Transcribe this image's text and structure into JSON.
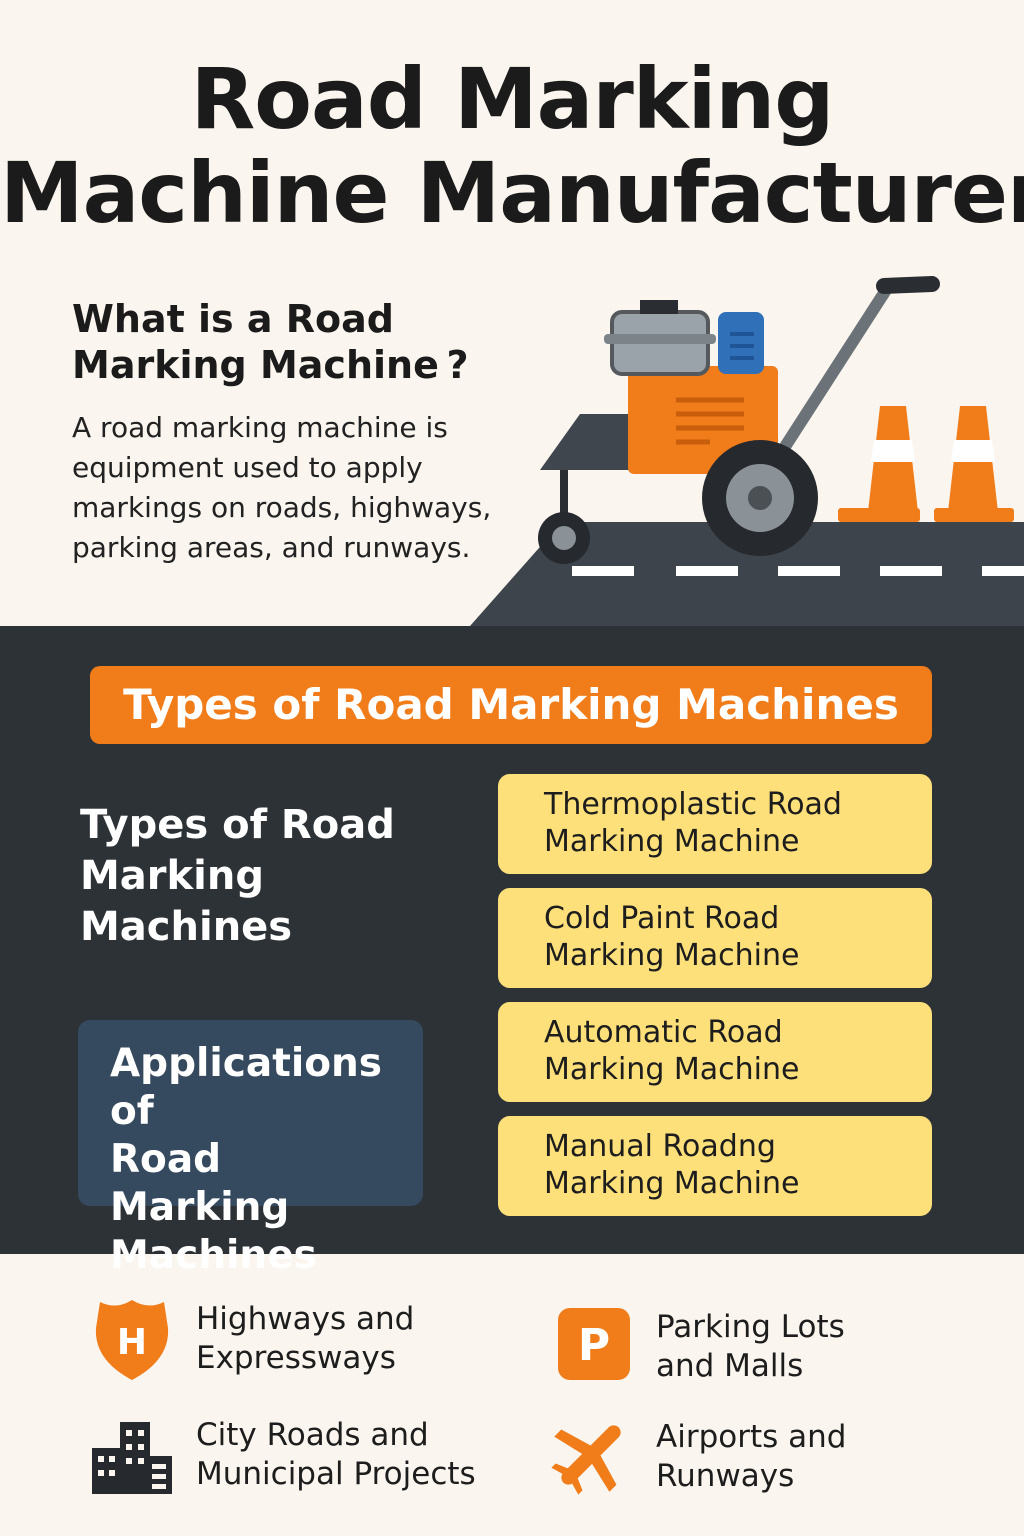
{
  "title": {
    "line1": "Road Marking",
    "line2": "Machine Manufacturer"
  },
  "intro": {
    "question_line1": "What is a Road",
    "question_line2": "Marking Machine ?",
    "answer_lines": [
      "A road marking machine is",
      "equipment used to apply",
      "markings on roads, highways,",
      "parking areas, and runways."
    ]
  },
  "types_banner": "Types of Road Marking Machines",
  "types_heading_lines": [
    "Types of Road",
    "Marking",
    "Machines"
  ],
  "applications_box_lines": [
    "Applications of",
    "Road Marking",
    "Machines"
  ],
  "machine_types": [
    {
      "line1": "Thermoplastic Road",
      "line2": "Marking Machine"
    },
    {
      "line1": "Cold Paint Road",
      "line2": "Marking Machine"
    },
    {
      "line1": "Automatic Road",
      "line2": "Marking Machine"
    },
    {
      "line1": "Manual Roadng",
      "line2": "Marking Machine"
    }
  ],
  "applications": [
    {
      "icon": "highway-shield-icon",
      "badge": "H",
      "line1": "Highways and",
      "line2": "Expressways"
    },
    {
      "icon": "parking-icon",
      "badge": "P",
      "line1": "Parking Lots",
      "line2": "and Malls"
    },
    {
      "icon": "city-buildings-icon",
      "line1": "City Roads and",
      "line2": "Municipal Projects"
    },
    {
      "icon": "airplane-icon",
      "line1": "Airports and",
      "line2": "Runways"
    }
  ],
  "colors": {
    "background": "#faf6ef",
    "dark_section": "#2d3237",
    "accent_orange": "#f07c1a",
    "card_yellow": "#fde07a",
    "apps_box_blue": "#354a5e"
  }
}
